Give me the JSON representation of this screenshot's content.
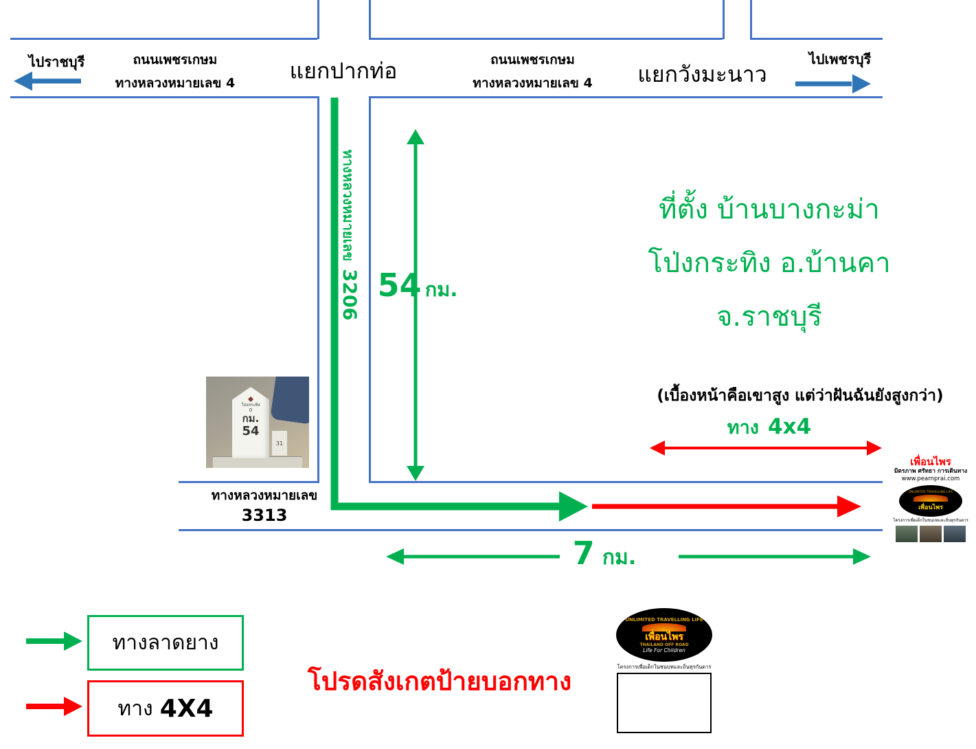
{
  "colors": {
    "road_blue": "#4472C4",
    "arrow_blue": "#2E75B6",
    "green": "#00B050",
    "red": "#FF0000"
  },
  "top": {
    "to_ratchaburi": "ไปราชบุรี",
    "to_phetchaburi": "ไปเพชรบุรี",
    "road_left": {
      "line1": "ถนนเพชรเกษม",
      "line2": "ทางหลวงหมายเลข 4"
    },
    "road_right": {
      "line1": "ถนนเพชรเกษม",
      "line2": "ทางหลวงหมายเลข 4"
    },
    "junction_pakto": "แยกปากท่อ",
    "junction_wangmanao": "แยกวังมะนาว"
  },
  "route": {
    "highway_3206": "ทางหลวงหมายเลข",
    "highway_3206_no": "3206",
    "distance_54": "54",
    "distance_54_unit": "กม.",
    "highway_3313_line1": "ทางหลวงหมายเลข",
    "highway_3313_line2": "3313",
    "distance_7": "7",
    "distance_7_unit": "กม."
  },
  "destination": {
    "line1": "ที่ตั้ง บ้านบางกะม่า",
    "line2": "โป่งกระทิง อ.บ้านคา",
    "line3": "จ.ราชบุรี",
    "note": "(เบื้องหน้าคือเขาสูง แต่ว่าฝันฉันยังสูงกว่า)",
    "track_label": "ทาง",
    "track_4x4": "4x4"
  },
  "legend": {
    "paved": "ทางลาดยาง",
    "offroad_label": "ทาง",
    "offroad_4x4": "4X4",
    "notice": "โปรดสังเกตป้ายบอกทาง"
  },
  "milestone": {
    "top1": "โป่งกระทิง",
    "top2": "0",
    "km_label": "กม.",
    "km_value": "54",
    "side": "31"
  },
  "logo_small": {
    "name": "เพื่อนไพร",
    "tagline": "มิตรภาพ ศรัทธา การเดินทาง",
    "url": "www.pearnprai.com",
    "project": "โครงการเพื่อเด็กในชนบทและถิ่นทุรกันดาร"
  },
  "logo_big": {
    "top": "UNLIMITED TRAVELLING LIFE",
    "name": "เพื่อนไพร",
    "mid": "THAILAND OFF ROAD",
    "bottom": "Life For Children",
    "project": "โครงการเพื่อเด็กในชนบทและถิ่นทุรกันดาร"
  }
}
